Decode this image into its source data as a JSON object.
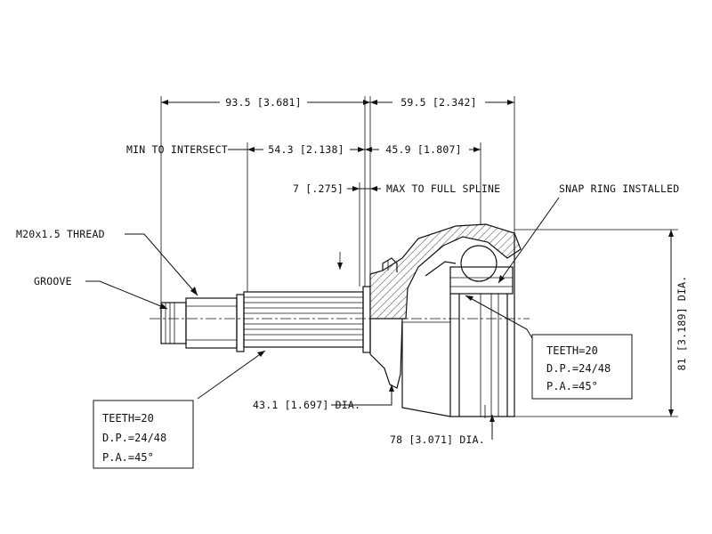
{
  "dimensions": {
    "top_left": "93.5 [3.681]",
    "top_right": "59.5 [2.342]",
    "min_intersect": "MIN TO INTERSECT",
    "mid_left": "54.3 [2.138]",
    "mid_right": "45.9 [1.807]",
    "spline_left": "7 [.275]",
    "spline_right": "MAX TO FULL SPLINE",
    "shaft_dia": "43.1 [1.697] DIA.",
    "housing_dia": "78 [3.071] DIA.",
    "outer_dia": "81 [3.189] DIA."
  },
  "callouts": {
    "thread": "M20x1.5 THREAD",
    "groove": "GROOVE",
    "snap_ring": "SNAP RING INSTALLED"
  },
  "spec_left": {
    "teeth": "TEETH=20",
    "dp": "D.P.=24/48",
    "pa": "P.A.=45°"
  },
  "spec_right": {
    "teeth": "TEETH=20",
    "dp": "D.P.=24/48",
    "pa": "P.A.=45°"
  }
}
